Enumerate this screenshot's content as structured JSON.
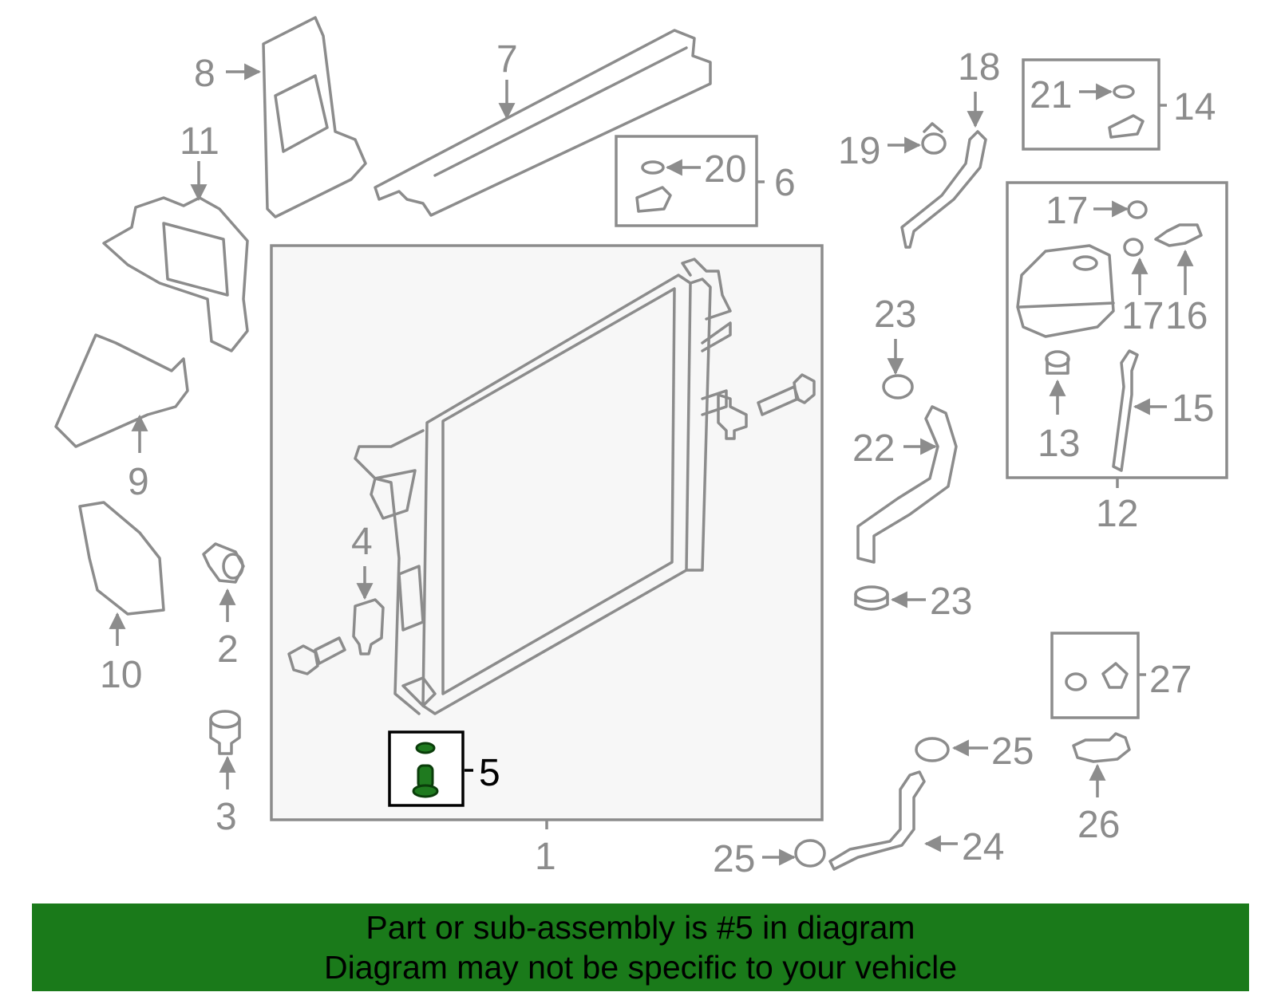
{
  "callouts": {
    "c1": "1",
    "c2": "2",
    "c3": "3",
    "c4": "4",
    "c5": "5",
    "c6": "6",
    "c7": "7",
    "c8": "8",
    "c9": "9",
    "c10": "10",
    "c11": "11",
    "c12": "12",
    "c13": "13",
    "c14": "14",
    "c15": "15",
    "c16": "16",
    "c17a": "17",
    "c17b": "17",
    "c18": "18",
    "c19": "19",
    "c20": "20",
    "c21": "21",
    "c22": "22",
    "c23a": "23",
    "c23b": "23",
    "c24": "24",
    "c25a": "25",
    "c25b": "25",
    "c26": "26",
    "c27": "27"
  },
  "highlight": {
    "part": "5",
    "color": "#1f7a1f"
  },
  "banner": {
    "line1": "Part or sub-assembly is #5 in diagram",
    "line2": "Diagram may not be specific to your vehicle",
    "color": "#1a7a1a"
  }
}
